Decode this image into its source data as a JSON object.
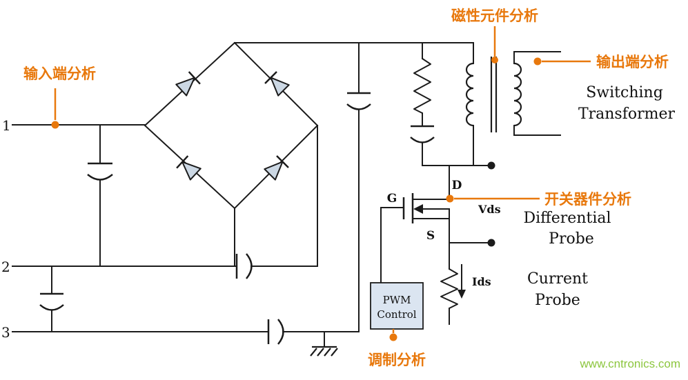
{
  "annotations": {
    "input": "输入端分析",
    "magnetic": "磁性元件分析",
    "output": "输出端分析",
    "switch_device": "开关器件分析",
    "modulation": "调制分析"
  },
  "component_labels": {
    "switching_transformer_1": "Switching",
    "switching_transformer_2": "Transformer",
    "differential_probe_1": "Differential",
    "differential_probe_2": "Probe",
    "current_probe_1": "Current",
    "current_probe_2": "Probe",
    "pwm_1": "PWM",
    "pwm_2": "Control"
  },
  "terminals": {
    "t1": "1",
    "t2": "2",
    "t3": "3"
  },
  "mosfet": {
    "gate": "G",
    "drain": "D",
    "source": "S",
    "vds": "Vds",
    "ids": "Ids"
  },
  "watermark": "www.cntronics.com",
  "colors": {
    "annotation_orange": "#E8780C",
    "wire_black": "#1B1B1B",
    "diode_fill": "#CCD8E4",
    "pwm_box_fill": "#DBE5F1",
    "watermark_green": "#8CC63E"
  }
}
